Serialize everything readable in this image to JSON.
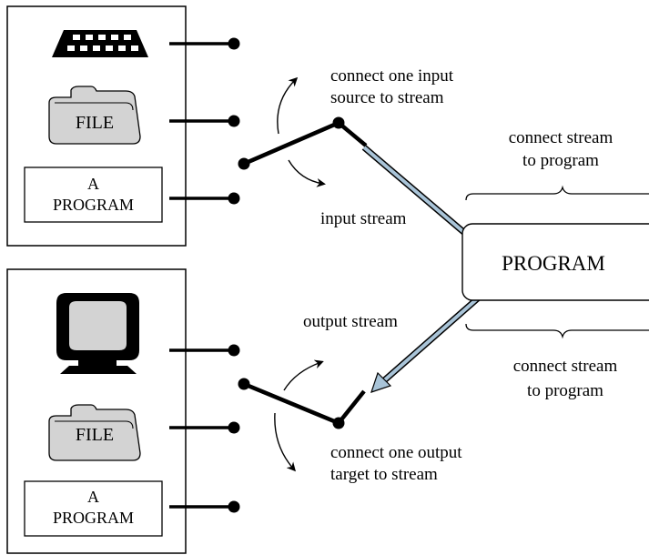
{
  "input_group": {
    "file_label": "FILE",
    "program_label_line1": "A",
    "program_label_line2": "PROGRAM"
  },
  "output_group": {
    "file_label": "FILE",
    "program_label_line1": "A",
    "program_label_line2": "PROGRAM"
  },
  "labels": {
    "connect_input_line1": "connect one input",
    "connect_input_line2": "source to stream",
    "input_stream": "input stream",
    "output_stream": "output stream",
    "connect_output_line1": "connect one output",
    "connect_output_line2": "target to stream",
    "connect_program_top_line1": "connect stream",
    "connect_program_top_line2": "to program",
    "connect_program_bottom_line1": "connect stream",
    "connect_program_bottom_line2": "to program"
  },
  "program": {
    "label": "PROGRAM"
  },
  "colors": {
    "stream_arrow": "#a9c4d8",
    "icon_fill": "#d3d3d3"
  }
}
